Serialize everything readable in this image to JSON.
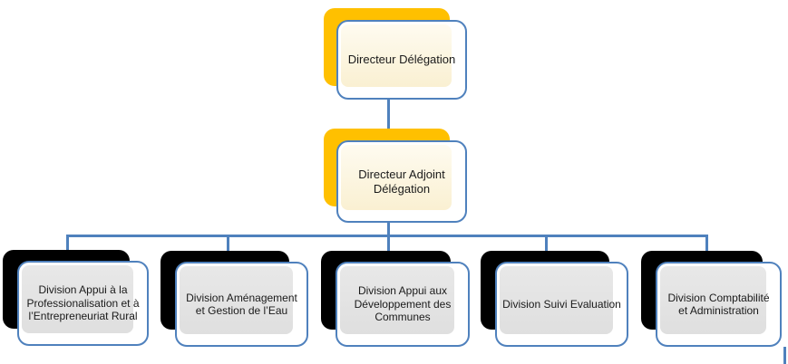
{
  "theme": {
    "gold": "#FFC000",
    "blue": "#4F81BD",
    "cream": "#FAF0D2",
    "gray": "#DFDFDF",
    "shadow-black": "#000000",
    "text": "#1A1A1A",
    "bg": "#FFFFFF"
  },
  "org_chart": {
    "type": "organizational-chart",
    "nodes": {
      "director": {
        "label": "Directeur Délégation"
      },
      "deputy": {
        "label": "Directeur Adjoint Délégation"
      },
      "divisions": [
        {
          "label": "Division Appui à la Professionalisation et à l’Entrepreneuriat Rural"
        },
        {
          "label": "Division Aménagement et Gestion de l’Eau"
        },
        {
          "label": "Division Appui aux Développement des Communes"
        },
        {
          "label": "Division Suivi Evaluation"
        },
        {
          "label": "Division Comptabilité et Administration"
        }
      ]
    }
  }
}
